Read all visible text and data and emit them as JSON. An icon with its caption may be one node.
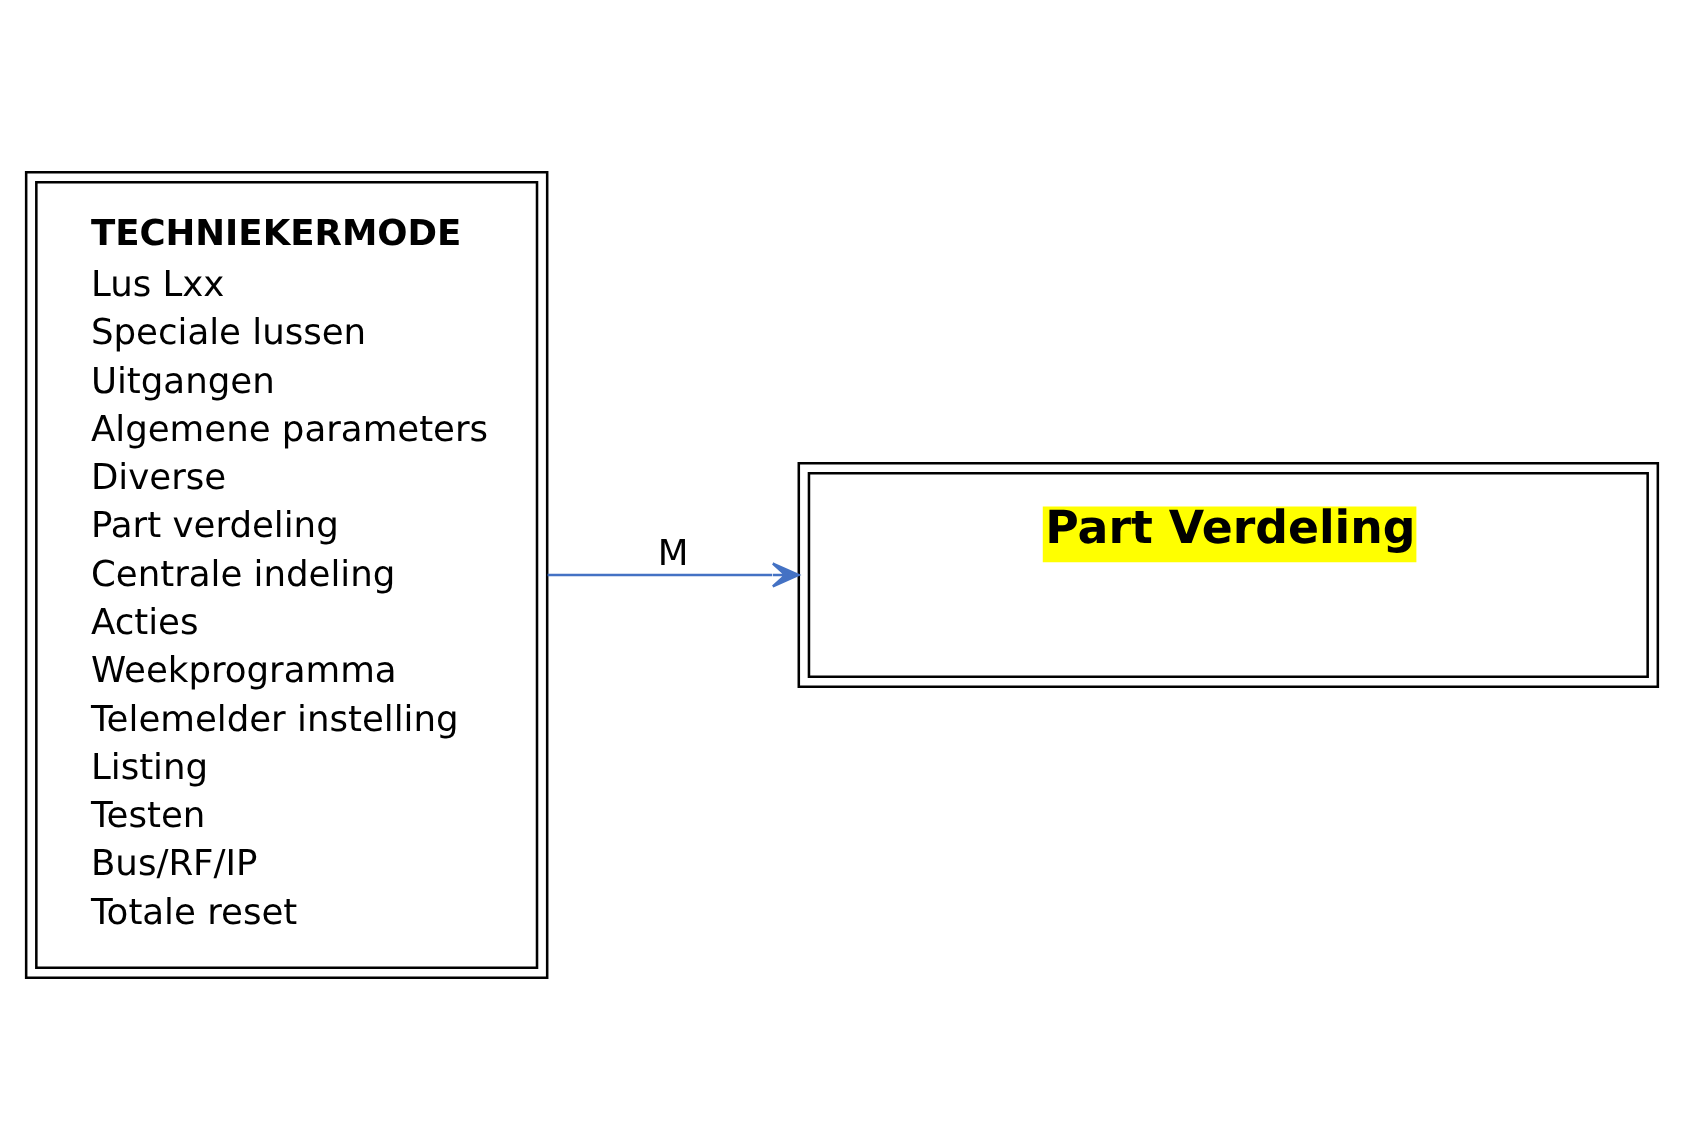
{
  "diagram": {
    "nodes": [
      {
        "text": [
          "TECHNIEKERMODE",
          "Lus Lxx",
          "Speciale lussen",
          "Uitgangen",
          "Algemene parameters",
          "Diverse",
          "Part verdeling",
          "Centrale indeling",
          "Acties",
          "Weekprogramma",
          "Telemelder instelling",
          "Listing",
          "Testen",
          "Bus/RF/IP",
          "Totale reset"
        ]
      },
      {
        "text": [
          "Part Verdeling"
        ]
      }
    ],
    "edges": [
      {
        "from": 0,
        "to": 1,
        "arrow": "to",
        "label": "M",
        "color": "#4472c4"
      }
    ]
  }
}
